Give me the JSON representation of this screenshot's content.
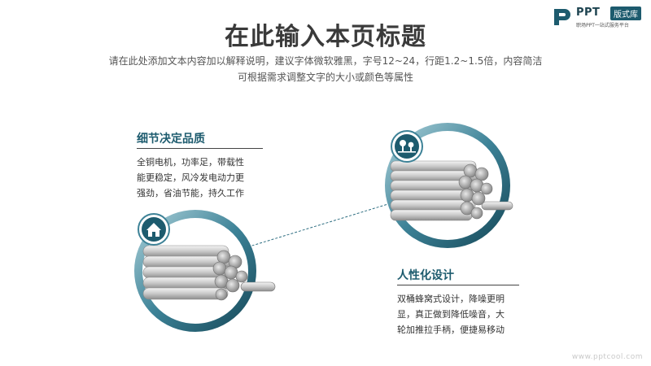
{
  "brand": {
    "name": "PPT",
    "badge": "版式库",
    "tagline": "职场PPT一站式服务平台"
  },
  "title": "在此输入本页标题",
  "subtitle": {
    "line1": "请在此处添加文本内容加以解释说明，建议字体微软雅黑，字号12~24，行距1.2~1.5倍，内容简洁",
    "line2": "可根据需求调整文字的大小或颜色等属性"
  },
  "blocks": [
    {
      "title": "细节决定品质",
      "lines": [
        "全铜电机，功率足，带载性",
        "能更稳定，风冷发电动力更",
        "强劲，省油节能，持久工作"
      ],
      "icon": "house-icon"
    },
    {
      "title": "人性化设计",
      "lines": [
        "双桶蜂窝式设计，降噪更明",
        "显，真正做到降低噪音，大",
        "轮加推拉手柄，便捷易移动"
      ],
      "icon": "trees-icon"
    }
  ],
  "footer": "www.pptcool.com",
  "colors": {
    "accent": "#1d5b6e",
    "ring_dark": "#1d5b6e",
    "ring_light": "#7fb6c4"
  }
}
